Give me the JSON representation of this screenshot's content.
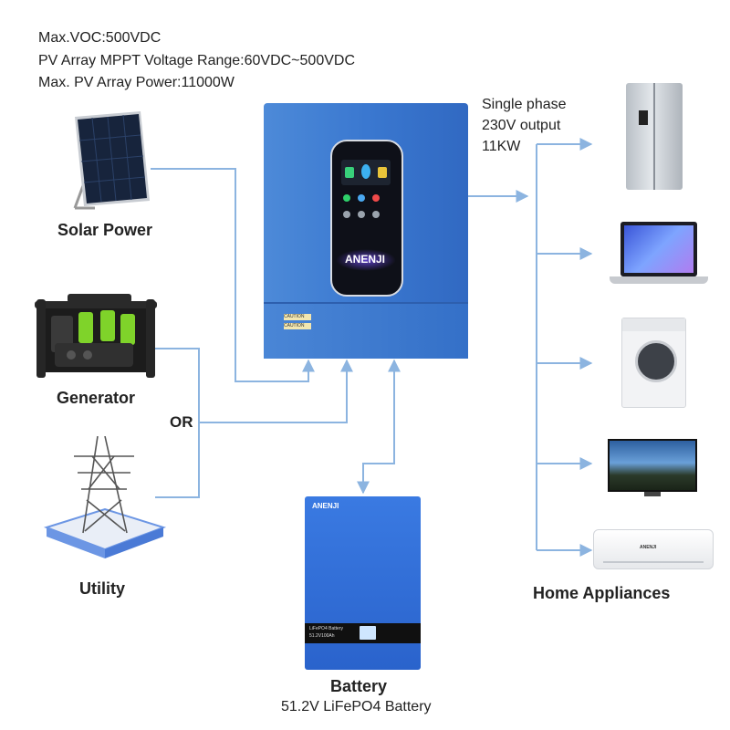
{
  "specs": {
    "line1": "Max.VOC:500VDC",
    "line2": "PV Array MPPT Voltage Range:60VDC~500VDC",
    "line3": "Max. PV Array Power:11000W"
  },
  "output": {
    "line1": "Single phase",
    "line2": "230V output",
    "line3": "11KW"
  },
  "sources": {
    "solar": "Solar Power",
    "generator": "Generator",
    "or": "OR",
    "utility": "Utility"
  },
  "inverter": {
    "brand": "ANENJI",
    "warning1": "CAUTION",
    "warning2": "CAUTION"
  },
  "battery": {
    "brand": "ANENJI",
    "panel_line1": "LiFePO4 Battery",
    "panel_line2": "51.2V100Ah",
    "title": "Battery",
    "subtitle": "51.2V LiFePO4 Battery"
  },
  "appliances": {
    "title": "Home Appliances",
    "ac_brand": "ANENJI"
  },
  "colors": {
    "arrow": "#8cb4e0",
    "inverter_blue": "#3a78d0",
    "battery_blue": "#2f6cd6",
    "panel_dark": "#0e1018"
  }
}
